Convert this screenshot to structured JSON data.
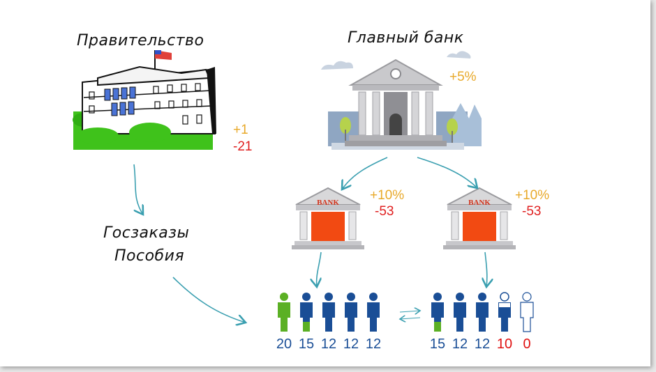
{
  "government": {
    "title": "Правительство",
    "delta_plus": "+1",
    "delta_minus": "-21"
  },
  "main_bank": {
    "title": "Главный банк",
    "rate": "+5%"
  },
  "state": {
    "line1": "Госзаказы",
    "line2": "Пособия"
  },
  "bank_left": {
    "sign": "BANK",
    "rate": "+10%",
    "delta": "-53"
  },
  "bank_right": {
    "sign": "BANK",
    "rate": "+10%",
    "delta": "-53"
  },
  "people_left": [
    "20",
    "15",
    "12",
    "12",
    "12"
  ],
  "people_right": [
    "15",
    "12",
    "12",
    "10",
    "0"
  ],
  "colors": {
    "blue": "#1a4e96",
    "green": "#5bb024",
    "yellow": "#e8a92a",
    "red": "#e02020",
    "arrow": "#3a9fb0"
  }
}
